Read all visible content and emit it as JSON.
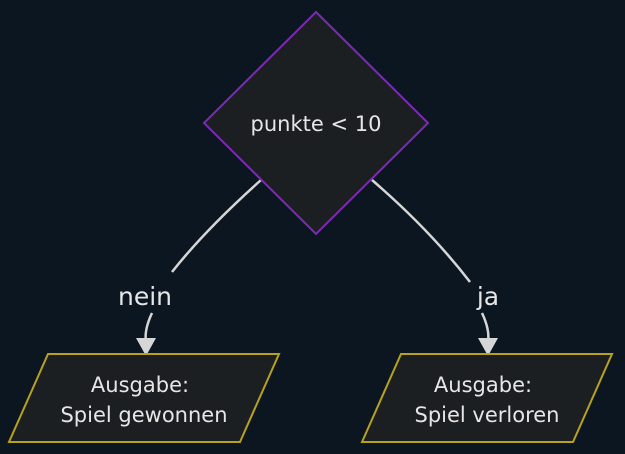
{
  "diagram": {
    "decision": {
      "label": "punkte < 10",
      "border_color": "#7b2ab5",
      "fill_color": "#1c1f22"
    },
    "edges": [
      {
        "label": "nein"
      },
      {
        "label": "ja"
      }
    ],
    "outputs": [
      {
        "line1": "Ausgabe:",
        "line2": "Spiel gewonnen"
      },
      {
        "line1": "Ausgabe:",
        "line2": "Spiel verloren"
      }
    ],
    "output_border_color": "#b8a21c",
    "edge_color": "#d6d6d6",
    "background_color": "#0b1620"
  }
}
